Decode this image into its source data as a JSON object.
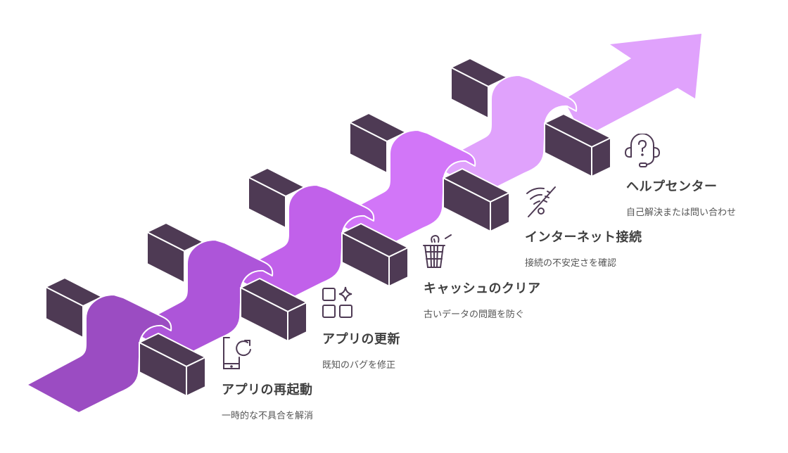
{
  "colors": {
    "block": "#4e3a54",
    "bands": [
      "#9b4cc2",
      "#ad55d9",
      "#c161ea",
      "#d276f8",
      "#e0a2fc"
    ]
  },
  "steps": [
    {
      "title": "アプリの再起動",
      "subtitle": "一時的な不具合を解消",
      "icon": "phone-refresh-icon"
    },
    {
      "title": "アプリの更新",
      "subtitle": "既知のバグを修正",
      "icon": "apps-sparkle-icon"
    },
    {
      "title": "キャッシュのクリア",
      "subtitle": "古いデータの問題を防ぐ",
      "icon": "trash-basket-icon"
    },
    {
      "title": "インターネット接続",
      "subtitle": "接続の不安定さを確認",
      "icon": "wifi-off-icon"
    },
    {
      "title": "ヘルプセンター",
      "subtitle": "自己解決または問い合わせ",
      "icon": "headset-help-icon"
    }
  ]
}
